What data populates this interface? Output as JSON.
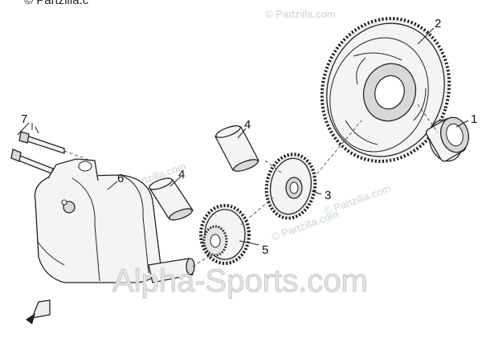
{
  "watermarks": {
    "top": "© Partzilla.c",
    "repeat": "© Partzilla.com",
    "bottom": "Alpha-Sports.com"
  },
  "callouts": {
    "c1": "1",
    "c2": "2",
    "c3": "3",
    "c4a": "4",
    "c4b": "4",
    "c5": "5",
    "c6": "6",
    "c7": "7"
  }
}
